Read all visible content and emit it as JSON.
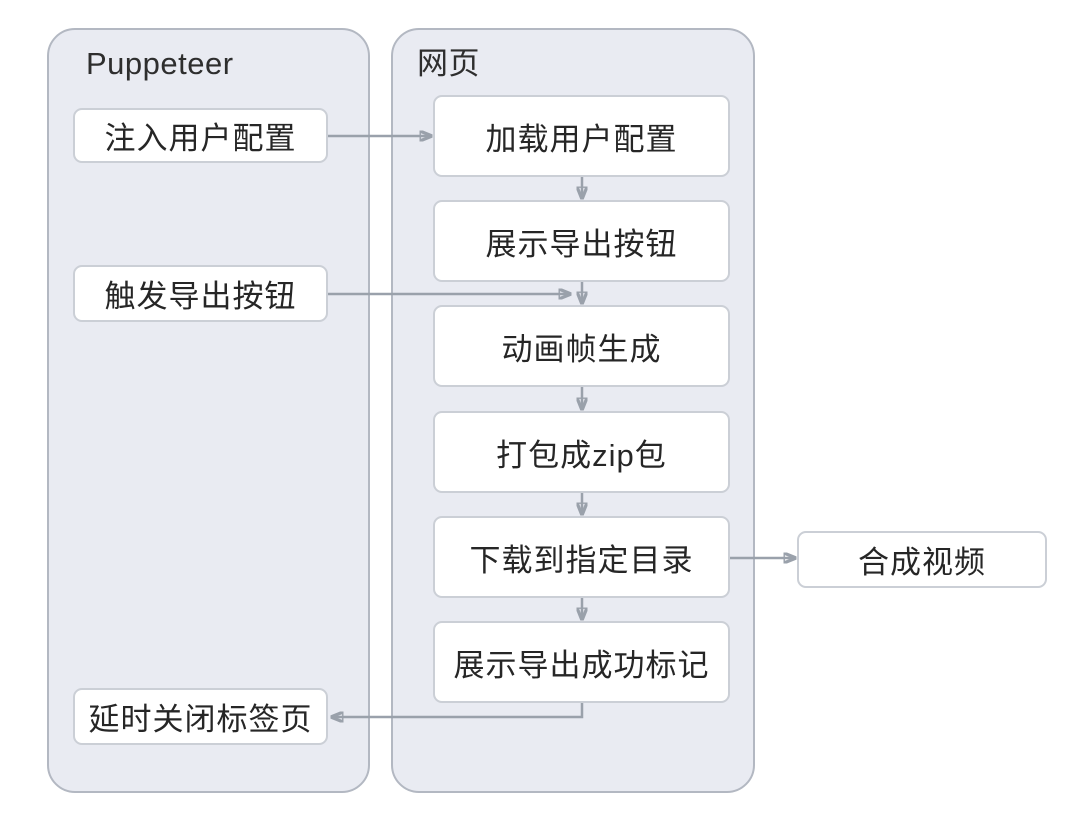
{
  "diagram": {
    "left_container": {
      "title": "Puppeteer",
      "nodes": [
        {
          "label": "注入用户配置"
        },
        {
          "label": "触发导出按钮"
        },
        {
          "label": "延时关闭标签页"
        }
      ]
    },
    "right_container": {
      "title": "网页",
      "nodes": [
        {
          "label": "加载用户配置"
        },
        {
          "label": "展示导出按钮"
        },
        {
          "label": "动画帧生成"
        },
        {
          "label": "打包成zip包"
        },
        {
          "label": "下载到指定目录"
        },
        {
          "label": "展示导出成功标记"
        }
      ]
    },
    "external_node": {
      "label": "合成视频"
    },
    "edges": [
      {
        "from": "注入用户配置",
        "to": "加载用户配置"
      },
      {
        "from": "加载用户配置",
        "to": "展示导出按钮"
      },
      {
        "from": "展示导出按钮",
        "to": "动画帧生成"
      },
      {
        "from": "触发导出按钮",
        "to": "动画帧生成"
      },
      {
        "from": "动画帧生成",
        "to": "打包成zip包"
      },
      {
        "from": "打包成zip包",
        "to": "下载到指定目录"
      },
      {
        "from": "下载到指定目录",
        "to": "展示导出成功标记"
      },
      {
        "from": "下载到指定目录",
        "to": "合成视频"
      },
      {
        "from": "展示导出成功标记",
        "to": "延时关闭标签页"
      }
    ],
    "colors": {
      "container_fill": "#e9ebf2",
      "container_border": "#b3b8c2",
      "node_fill": "#ffffff",
      "node_border": "#cbcfd6",
      "arrow": "#9aa1ab",
      "text": "#262626",
      "page_background": "#ffffff"
    }
  }
}
